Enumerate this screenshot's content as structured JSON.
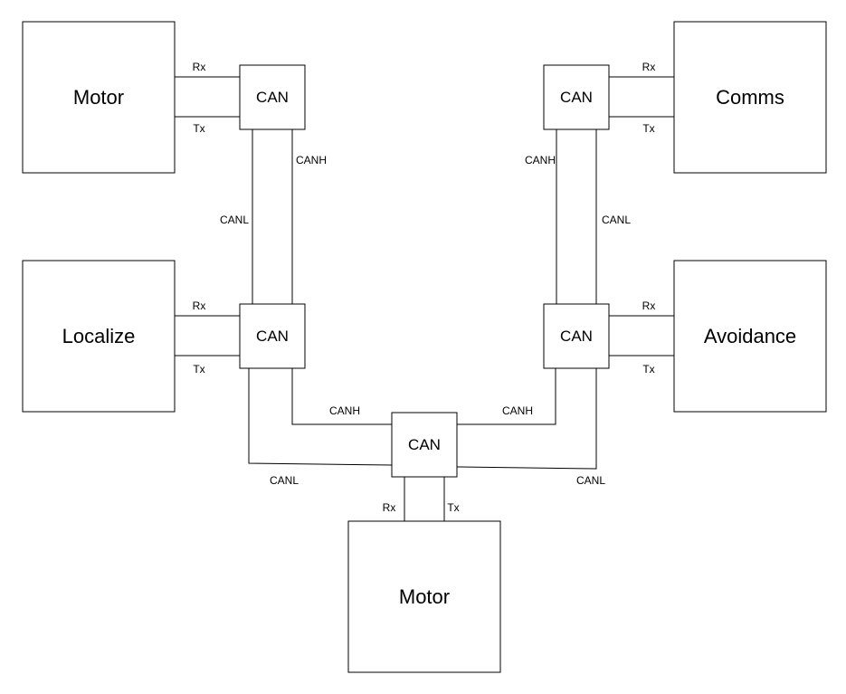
{
  "modules": {
    "motor_top": "Motor",
    "comms": "Comms",
    "localize": "Localize",
    "avoidance": "Avoidance",
    "motor_bottom": "Motor"
  },
  "controllers": {
    "top_left": "CAN",
    "top_right": "CAN",
    "mid_left": "CAN",
    "mid_right": "CAN",
    "center": "CAN"
  },
  "signals": {
    "rx": "Rx",
    "tx": "Tx",
    "canh": "CANH",
    "canl": "CANL"
  }
}
